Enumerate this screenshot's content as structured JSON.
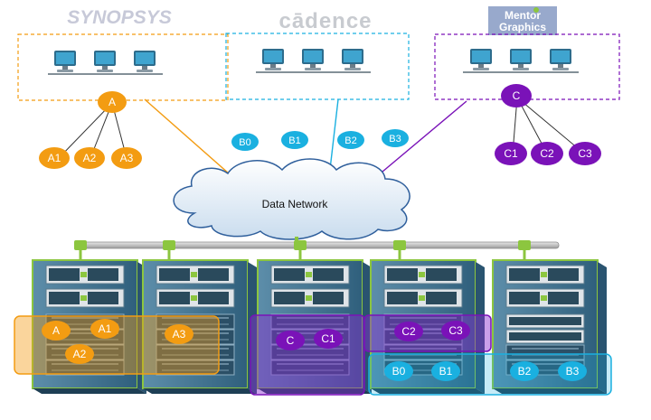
{
  "vendors": {
    "synopsys": {
      "logo_text": "SYNOPSYS",
      "color": "#f39c12",
      "hub": "A",
      "users": [
        "A1",
        "A2",
        "A3"
      ]
    },
    "cadence": {
      "logo_text": "cādence",
      "color": "#1ab0e0",
      "hub": "",
      "users": [
        "B0",
        "B1",
        "B2",
        "B3"
      ]
    },
    "mentor": {
      "logo_text": "Mentor Graphics",
      "logo_line1": "Mentor",
      "logo_line2": "Graphics",
      "color": "#7a12b8",
      "hub": "C",
      "users": [
        "C1",
        "C2",
        "C3"
      ]
    }
  },
  "network": {
    "label": "Data Network"
  },
  "jobs": {
    "a": [
      "A",
      "A1",
      "A2",
      "A3"
    ],
    "c": [
      "C",
      "C1",
      "C2",
      "C3"
    ],
    "b": [
      "B0",
      "B1",
      "B2",
      "B3"
    ]
  },
  "colors": {
    "orange": "#f39c12",
    "cyan": "#1ab0e0",
    "purple": "#7a12b8",
    "rack": "#4f7f9a",
    "green": "#8cc63f"
  }
}
